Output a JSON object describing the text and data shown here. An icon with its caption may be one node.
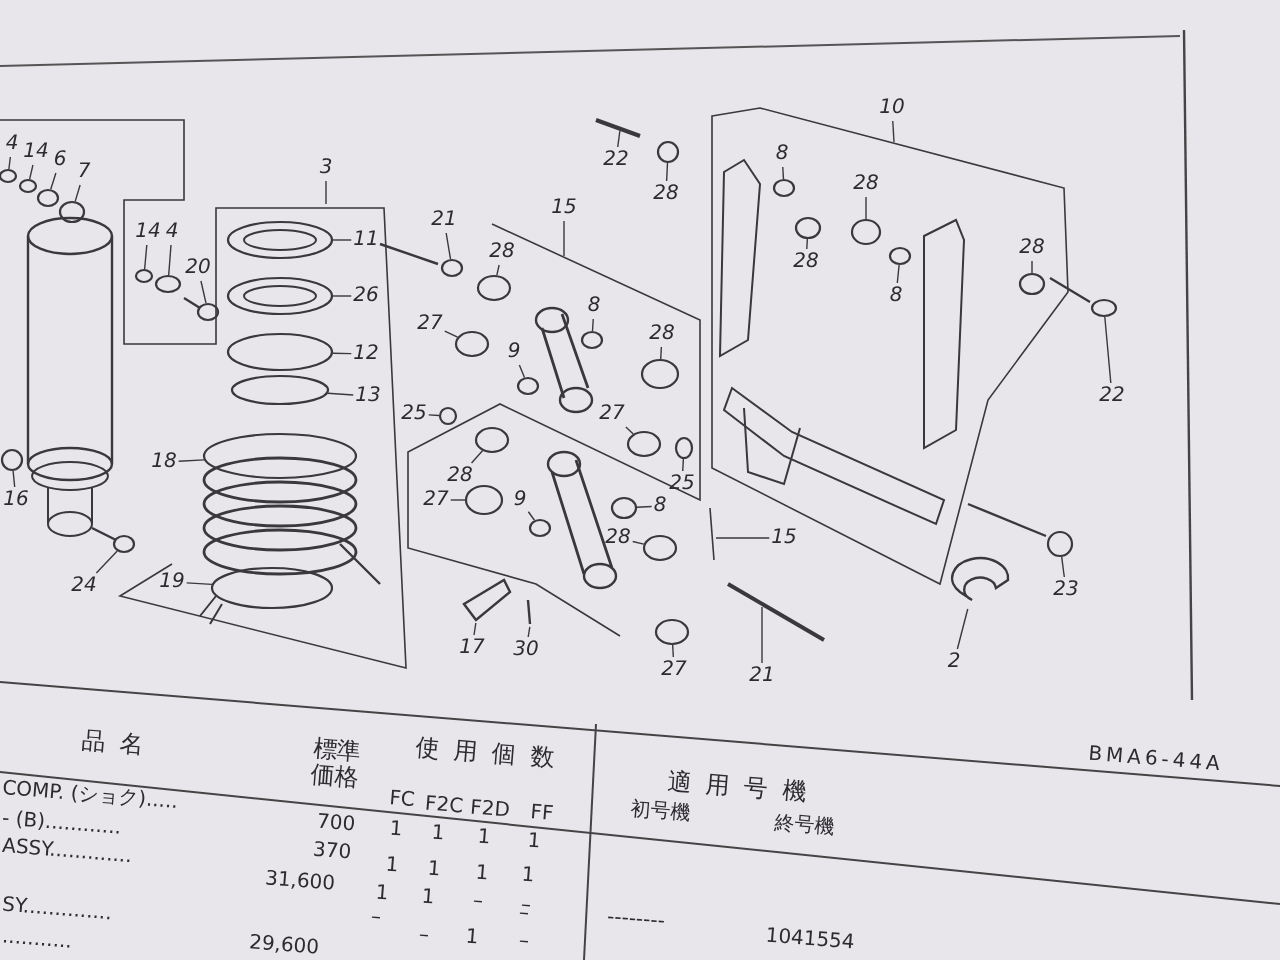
{
  "diagram": {
    "nodes": [
      {
        "text": [
          "4"
        ]
      },
      {
        "text": [
          "14"
        ]
      },
      {
        "text": [
          "6"
        ]
      },
      {
        "text": [
          "7"
        ]
      },
      {
        "text": [
          "3"
        ]
      },
      {
        "text": [
          "14"
        ]
      },
      {
        "text": [
          "4"
        ]
      },
      {
        "text": [
          "20"
        ]
      },
      {
        "text": [
          "11"
        ]
      },
      {
        "text": [
          "26"
        ]
      },
      {
        "text": [
          "12"
        ]
      },
      {
        "text": [
          "13"
        ]
      },
      {
        "text": [
          "18"
        ]
      },
      {
        "text": [
          "16"
        ]
      },
      {
        "text": [
          "24"
        ]
      },
      {
        "text": [
          "19"
        ]
      },
      {
        "text": [
          "21"
        ]
      },
      {
        "text": [
          "28"
        ]
      },
      {
        "text": [
          "15"
        ]
      },
      {
        "text": [
          "27"
        ]
      },
      {
        "text": [
          "9"
        ]
      },
      {
        "text": [
          "8"
        ]
      },
      {
        "text": [
          "22"
        ]
      },
      {
        "text": [
          "28"
        ]
      },
      {
        "text": [
          "8"
        ]
      },
      {
        "text": [
          "28"
        ]
      },
      {
        "text": [
          "10"
        ]
      },
      {
        "text": [
          "28"
        ]
      },
      {
        "text": [
          "8"
        ]
      },
      {
        "text": [
          "28"
        ]
      },
      {
        "text": [
          "22"
        ]
      },
      {
        "text": [
          "28"
        ]
      },
      {
        "text": [
          "27"
        ]
      },
      {
        "text": [
          "25"
        ]
      },
      {
        "text": [
          "25"
        ]
      },
      {
        "text": [
          "28"
        ]
      },
      {
        "text": [
          "27"
        ]
      },
      {
        "text": [
          "9"
        ]
      },
      {
        "text": [
          "8"
        ]
      },
      {
        "text": [
          "28"
        ]
      },
      {
        "text": [
          "15"
        ]
      },
      {
        "text": [
          "23"
        ]
      },
      {
        "text": [
          "2"
        ]
      },
      {
        "text": [
          "21"
        ]
      },
      {
        "text": [
          "27"
        ]
      },
      {
        "text": [
          "17"
        ]
      },
      {
        "text": [
          "30"
        ]
      },
      {
        "text": [],
        "shape": "circle"
      },
      {
        "text": [],
        "shape": "circle"
      },
      {
        "text": [],
        "shape": "circle"
      },
      {
        "text": [],
        "shape": "circle"
      },
      {
        "text": [],
        "shape": "circle"
      },
      {
        "text": [],
        "shape": "circle"
      },
      {
        "text": [],
        "shape": "picture"
      },
      {
        "text": [],
        "shape": "picture"
      },
      {
        "text": [],
        "shape": "picture"
      },
      {
        "text": [],
        "shape": "circle"
      },
      {
        "text": [],
        "shape": "circle"
      },
      {
        "text": [],
        "shape": "picture"
      },
      {
        "text": [],
        "shape": "circle"
      },
      {
        "text": [],
        "shape": "picture"
      },
      {
        "text": [],
        "shape": "circle"
      },
      {
        "text": [],
        "shape": "picture"
      },
      {
        "text": [],
        "shape": "circle"
      },
      {
        "text": [],
        "shape": "circle"
      },
      {
        "text": [],
        "shape": "circle"
      },
      {
        "text": [],
        "shape": "circle"
      },
      {
        "text": [],
        "shape": "picture"
      },
      {
        "text": [],
        "shape": "circle"
      },
      {
        "text": [],
        "shape": "circle"
      },
      {
        "text": [],
        "shape": "circle"
      },
      {
        "text": [],
        "shape": "circle"
      },
      {
        "text": [],
        "shape": "circle"
      },
      {
        "text": [],
        "shape": "circle"
      },
      {
        "text": [],
        "shape": "picture"
      },
      {
        "text": [],
        "shape": "circle"
      },
      {
        "text": [],
        "shape": "circle"
      },
      {
        "text": [],
        "shape": "circle"
      },
      {
        "text": [],
        "shape": "circle"
      },
      {
        "text": [],
        "shape": "circle"
      },
      {
        "text": [],
        "shape": "circle"
      },
      {
        "text": [],
        "shape": "circle"
      },
      {
        "text": [],
        "shape": "circle"
      },
      {
        "text": [],
        "shape": "circle"
      },
      {
        "text": [],
        "shape": "picture"
      },
      {
        "text": [],
        "shape": "picture"
      },
      {
        "text": [],
        "shape": "picture"
      },
      {
        "text": [],
        "shape": "circle"
      },
      {
        "text": [],
        "shape": "picture"
      },
      {
        "text": [],
        "shape": "picture"
      }
    ],
    "edges": [
      {
        "from": 0,
        "to": 47,
        "arrow": "none"
      },
      {
        "from": 1,
        "to": 48,
        "arrow": "none"
      },
      {
        "from": 2,
        "to": 49,
        "arrow": "none"
      },
      {
        "from": 3,
        "to": 50,
        "arrow": "none"
      },
      {
        "from": 4,
        "to": null,
        "arrow": "none"
      },
      {
        "from": 5,
        "to": 51,
        "arrow": "none"
      },
      {
        "from": 6,
        "to": 52,
        "arrow": "none"
      },
      {
        "from": 7,
        "to": 53,
        "arrow": "none"
      },
      {
        "from": 8,
        "to": 54,
        "arrow": "none"
      },
      {
        "from": 9,
        "to": 55,
        "arrow": "none"
      },
      {
        "from": 10,
        "to": 56,
        "arrow": "none"
      },
      {
        "from": 11,
        "to": 57,
        "arrow": "none"
      },
      {
        "from": 12,
        "to": 58,
        "arrow": "none"
      },
      {
        "from": 13,
        "to": 59,
        "arrow": "none"
      },
      {
        "from": 14,
        "to": 60,
        "arrow": "none"
      },
      {
        "from": 15,
        "to": 61,
        "arrow": "none"
      },
      {
        "from": 16,
        "to": 62,
        "arrow": "none"
      },
      {
        "from": 17,
        "to": 63,
        "arrow": "none"
      },
      {
        "from": 18,
        "to": null,
        "arrow": "none"
      },
      {
        "from": 19,
        "to": 64,
        "arrow": "none"
      },
      {
        "from": 20,
        "to": 65,
        "arrow": "none"
      },
      {
        "from": 21,
        "to": 66,
        "arrow": "none"
      },
      {
        "from": 22,
        "to": 67,
        "arrow": "none"
      },
      {
        "from": 23,
        "to": 68,
        "arrow": "none"
      },
      {
        "from": 24,
        "to": 69,
        "arrow": "none"
      },
      {
        "from": 25,
        "to": 70,
        "arrow": "none"
      },
      {
        "from": 26,
        "to": null,
        "arrow": "none"
      },
      {
        "from": 27,
        "to": 71,
        "arrow": "none"
      },
      {
        "from": 28,
        "to": 72,
        "arrow": "none"
      },
      {
        "from": 29,
        "to": 73,
        "arrow": "none"
      },
      {
        "from": 30,
        "to": 74,
        "arrow": "none"
      },
      {
        "from": 31,
        "to": 75,
        "arrow": "none"
      },
      {
        "from": 32,
        "to": 76,
        "arrow": "none"
      },
      {
        "from": 33,
        "to": 77,
        "arrow": "none"
      },
      {
        "from": 34,
        "to": 78,
        "arrow": "none"
      },
      {
        "from": 35,
        "to": 79,
        "arrow": "none"
      },
      {
        "from": 36,
        "to": 80,
        "arrow": "none"
      },
      {
        "from": 37,
        "to": 81,
        "arrow": "none"
      },
      {
        "from": 38,
        "to": 82,
        "arrow": "none"
      },
      {
        "from": 39,
        "to": 83,
        "arrow": "none"
      },
      {
        "from": 40,
        "to": null,
        "arrow": "none"
      },
      {
        "from": 41,
        "to": 84,
        "arrow": "none"
      },
      {
        "from": 42,
        "to": 85,
        "arrow": "none"
      },
      {
        "from": 43,
        "to": 86,
        "arrow": "none"
      },
      {
        "from": 44,
        "to": 87,
        "arrow": "none"
      },
      {
        "from": 45,
        "to": 88,
        "arrow": "none"
      },
      {
        "from": 46,
        "to": 89,
        "arrow": "none"
      }
    ],
    "labels": [
      "品名",
      "標準価格",
      "使用個数",
      "FC",
      "F2C",
      "F2D",
      "FF",
      "適用号機",
      "初号機",
      "終号機",
      "BMA6-44A",
      "COMP. (ショク).....",
      "700",
      "1",
      "1",
      "1",
      "1",
      "- (B)............",
      "370",
      "1",
      "1",
      "1",
      "1",
      "ASSY.............",
      "31,600",
      "1",
      "1",
      "–",
      "–",
      "SY..............",
      "–",
      "–",
      "--------",
      "1041554",
      "...........",
      "29,600",
      "–",
      "1",
      "–"
    ]
  }
}
